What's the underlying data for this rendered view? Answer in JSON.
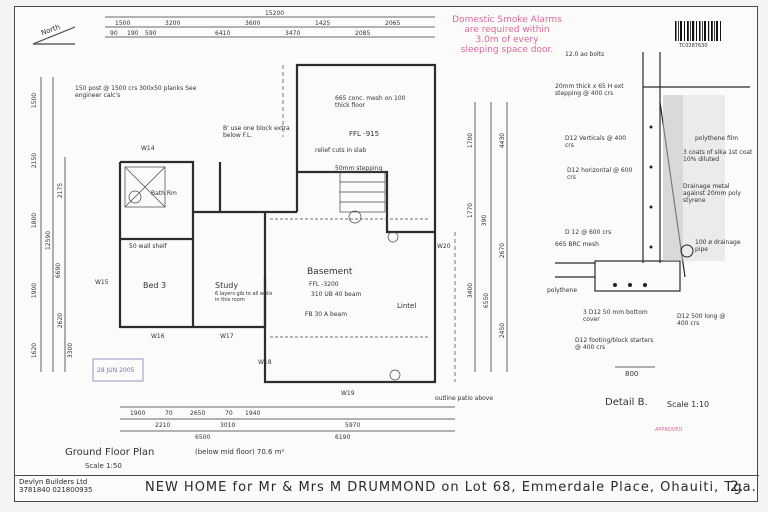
{
  "drawing": {
    "north_label": "North",
    "smoke_alarm_note": [
      "Domestic Smoke Alarms",
      "are required within",
      "3.0m of every",
      "sleeping space door."
    ],
    "barcode_number": "TC0287630",
    "top_dim_total": "15200",
    "top_dims": [
      "1500",
      "3200",
      "3600",
      "1425",
      "2065",
      "590",
      "6410",
      "3470",
      "2085",
      "90",
      "190"
    ],
    "left_dims": [
      "1500",
      "2150",
      "1800",
      "1900",
      "1620",
      "12590",
      "6690",
      "2175",
      "2620",
      "3300"
    ],
    "right_dims": [
      "1700",
      "1770",
      "3400",
      "390",
      "6550",
      "4430",
      "2670",
      "2450"
    ],
    "bottom_dims": [
      "1900",
      "70",
      "2650",
      "70",
      "1940",
      "2210",
      "3010",
      "5970",
      "6500",
      "6190"
    ],
    "room_labels": {
      "bath": "Bath Rm",
      "bed3": "Bed 3",
      "study": "Study",
      "basement": "Basement",
      "basement_ffl": "FFL -3200",
      "ffl_upper": "FFL -915",
      "lintel": "Lintel"
    },
    "notes": {
      "post": "150 post @ 1500 crs 300x50 planks See engineer calc's",
      "block_rule": "B' use one block extra below F.L.",
      "mesh": "665 conc. mesh on 100 thick floor",
      "relief": "relief cuts in slab",
      "stepping": "50mm stepping",
      "wall_mesh": "50 wall shelf",
      "study_note": "6 layers gib to all walls in this room",
      "beam": "310 UB 40 beam",
      "fb": "FB 30 A beam",
      "outline": "outline patio above"
    },
    "windows": [
      "W14",
      "W15",
      "W16",
      "W17",
      "W18",
      "W19",
      "W20"
    ],
    "stamp_text": [
      "28 JUN 2005"
    ],
    "approved_stamp": [
      "APPROVED"
    ]
  },
  "detail": {
    "notes": [
      "12.0 ao bolts",
      "20mm thick x 65 H ext stepping @ 400 crs",
      "D12 Verticals @ 400 crs",
      "D12 horizontal @ 600 crs",
      "D 12 @ 600 crs",
      "665 BRC mesh",
      "polythene",
      "3 D12 50 mm bottom cover",
      "D12 footing/block starters @ 400 crs",
      "D12 500 long @ 400 crs",
      "polythene film",
      "3 coats of sika 1st coat 10% diluted",
      "Drainage metal against 20mm poly styrene",
      "100 ø drainage pipe"
    ],
    "width_dim": "800",
    "title": "Detail B.",
    "scale": "Scale 1:10"
  },
  "plan_title": {
    "main": "Ground Floor Plan",
    "sub": "(below mid floor) 70.6 m²",
    "scale": "Scale 1:50"
  },
  "title_block": {
    "company": "Devlyn Builders Ltd",
    "phone1": "3781840",
    "phone2": "021800935",
    "project": "NEW HOME for Mr & Mrs M DRUMMOND on Lot 68, Emmerdale Place, Ohauiti, Tga.",
    "sheet": "2."
  }
}
